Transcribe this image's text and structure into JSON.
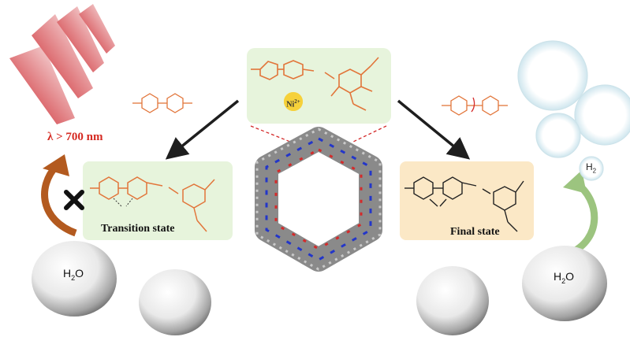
{
  "light": {
    "wavelength_label": "λ > 700 nm"
  },
  "center_panel": {
    "metal_ion": "Ni",
    "metal_charge": "2+"
  },
  "transition_state": {
    "label": "Transition state"
  },
  "final_state": {
    "label": "Final state"
  },
  "water_left": {
    "base": "H",
    "sub": "2",
    "tail": "O"
  },
  "water_right": {
    "base": "H",
    "sub": "2",
    "tail": "O"
  },
  "hydrogen": {
    "base": "H",
    "sub": "2"
  },
  "colors": {
    "light_ray": "#d7262b",
    "panel_green": "#e7f4dc",
    "panel_orange": "#fbe8c6",
    "molecule_orange": "#e2753a",
    "dark_arrow": "#2b2b2b",
    "brown_arrow": "#b35a1f",
    "green_arrow": "#9cc47f",
    "cross": "#111111",
    "ring_red": "#d42a2a",
    "ring_blue": "#2336c9",
    "ring_grey": "#8a8a8a"
  }
}
